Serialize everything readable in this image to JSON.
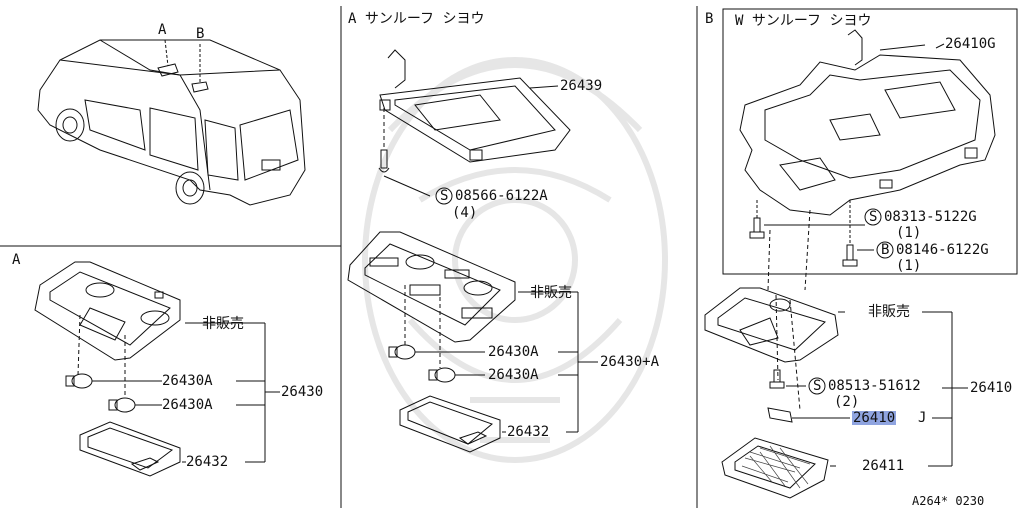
{
  "section_a_top": {
    "letter_a": "A",
    "letter_b": "B"
  },
  "section_a_left": {
    "title": "A",
    "not_sold": "非販売",
    "bulb1": "26430A",
    "bulb2": "26430A",
    "assembly": "26430",
    "lens": "26432"
  },
  "section_a_mid": {
    "title": "A サンルーフ シヨウ",
    "bracket": "26439",
    "screw": "08566-6122A",
    "screw_qty": "(4)",
    "not_sold": "非販売",
    "bulb1": "26430A",
    "bulb2": "26430A",
    "assembly": "26430+A",
    "lens": "26432"
  },
  "section_b": {
    "title": "B",
    "subtitle": "W サンルーフ シヨウ",
    "bracket": "26410G",
    "screw1": "08313-5122G",
    "screw1_qty": "(1)",
    "bolt": "08146-6122G",
    "bolt_qty": "(1)",
    "not_sold": "非販売",
    "screw2": "08513-51612",
    "screw2_qty": "(2)",
    "assembly": "26410",
    "bulb": "26410",
    "bulb_suffix": "J",
    "lens": "26411"
  },
  "footer": {
    "code": "A264* 0230"
  },
  "icons": {
    "screw_symbol": "S",
    "bolt_symbol": "B"
  }
}
